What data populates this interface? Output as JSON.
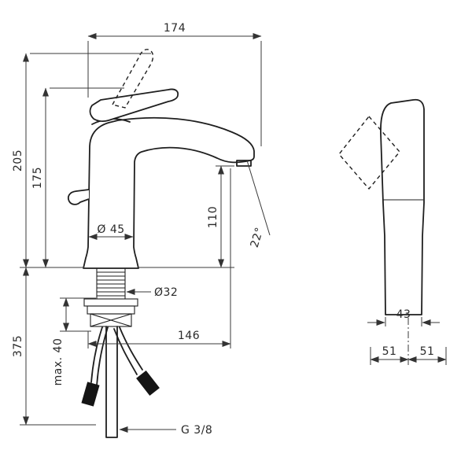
{
  "front_view": {
    "width_total": "174",
    "height_total": "205",
    "height_to_handle": "175",
    "spout_height": "110",
    "base_diameter": "Ø 45",
    "shank_diameter": "Ø32",
    "below_deck_length": "375",
    "max_deck_thickness": "max. 40",
    "spout_reach": "146",
    "spout_angle": "22°",
    "thread_size": "G 3/8"
  },
  "side_view": {
    "body_depth": "43",
    "depth_back": "51",
    "depth_front": "51"
  }
}
